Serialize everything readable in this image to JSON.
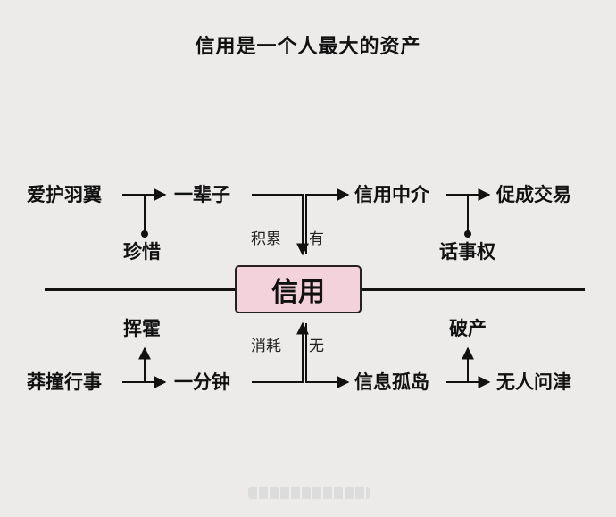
{
  "title": "信用是一个人最大的资产",
  "center": "信用",
  "top": {
    "left_chain": [
      "爱护羽翼",
      "一辈子"
    ],
    "left_sub": "珍惜",
    "right_chain": [
      "信用中介",
      "促成交易"
    ],
    "right_sub": "话事权",
    "label_left": "积累",
    "label_right": "有"
  },
  "bottom": {
    "left_chain": [
      "莽撞行事",
      "一分钟"
    ],
    "left_sub": "挥霍",
    "right_chain": [
      "信息孤岛",
      "无人问津"
    ],
    "right_sub": "破产",
    "label_left": "消耗",
    "label_right": "无"
  },
  "colors": {
    "box_fill": "#f3d2dc",
    "background": "#ecebea"
  }
}
